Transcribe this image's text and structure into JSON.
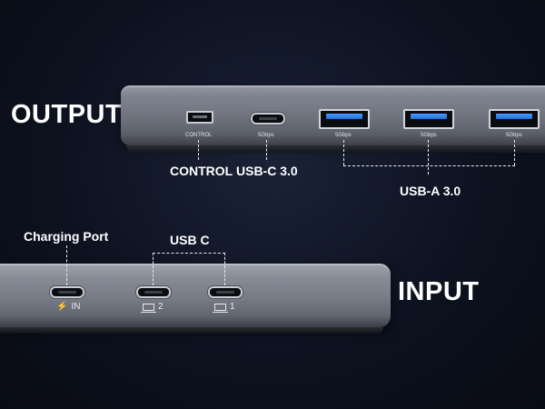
{
  "headings": {
    "output": "OUTPUT",
    "input": "INPUT"
  },
  "output_hub": {
    "ports": [
      {
        "type": "control",
        "tag": "CONTROL"
      },
      {
        "type": "usb-c",
        "tag": "5Gbps"
      },
      {
        "type": "usb-a",
        "tag": "5Gbps"
      },
      {
        "type": "usb-a",
        "tag": "5Gbps"
      },
      {
        "type": "usb-a",
        "tag": "5Gbps"
      }
    ],
    "callouts": {
      "control": "CONTROL",
      "usb_c": "USB-C 3.0",
      "usb_a": "USB-A 3.0"
    }
  },
  "input_hub": {
    "ports": [
      {
        "type": "usb-c",
        "icon": "lightning-icon",
        "tag": "IN"
      },
      {
        "type": "usb-c",
        "icon": "laptop-icon",
        "tag": "2"
      },
      {
        "type": "usb-c",
        "icon": "laptop-icon",
        "tag": "1"
      }
    ],
    "callouts": {
      "charging": "Charging Port",
      "usb_c": "USB C"
    }
  },
  "colors": {
    "usb_a_blue": "#2f86f0",
    "hub_gray": "#7f838f",
    "background": "#0d1220"
  }
}
